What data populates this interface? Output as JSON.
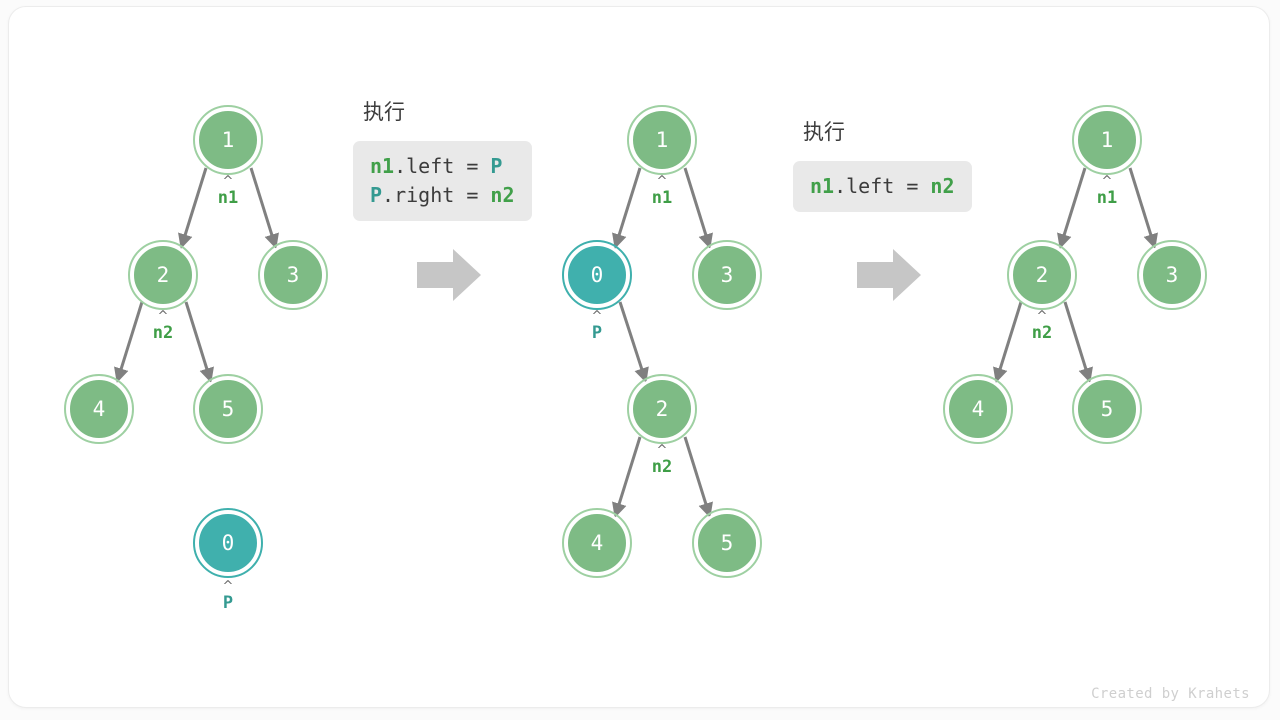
{
  "figure": {
    "credit": "Created by Krahets",
    "node_color_green": "#7ebb85",
    "node_color_teal": "#40b0ad",
    "edge_color": "#808080",
    "label_green": "#3f9e47",
    "label_teal": "#349a91",
    "caret_glyph": "^",
    "big_arrow_color": "#c6c6c6"
  },
  "steps": [
    {
      "title": "",
      "code_lines": [],
      "nodes": [
        {
          "value": "1",
          "type": "green"
        },
        {
          "value": "2",
          "type": "green"
        },
        {
          "value": "3",
          "type": "green"
        },
        {
          "value": "4",
          "type": "green"
        },
        {
          "value": "5",
          "type": "green"
        },
        {
          "value": "0",
          "type": "teal"
        }
      ],
      "pointers": [
        {
          "name": "n1",
          "type": "green"
        },
        {
          "name": "n2",
          "type": "green"
        },
        {
          "name": "P",
          "type": "teal"
        }
      ]
    },
    {
      "title": "执行",
      "code_lines": [
        [
          {
            "text": "n1",
            "style": "g"
          },
          {
            "text": ".left = ",
            "style": "d"
          },
          {
            "text": "P",
            "style": "t"
          }
        ],
        [
          {
            "text": "P",
            "style": "t"
          },
          {
            "text": ".right = ",
            "style": "d"
          },
          {
            "text": "n2",
            "style": "g"
          }
        ]
      ],
      "nodes": [
        {
          "value": "1",
          "type": "green"
        },
        {
          "value": "0",
          "type": "teal"
        },
        {
          "value": "3",
          "type": "green"
        },
        {
          "value": "2",
          "type": "green"
        },
        {
          "value": "4",
          "type": "green"
        },
        {
          "value": "5",
          "type": "green"
        }
      ],
      "pointers": [
        {
          "name": "n1",
          "type": "green"
        },
        {
          "name": "P",
          "type": "teal"
        },
        {
          "name": "n2",
          "type": "green"
        }
      ]
    },
    {
      "title": "执行",
      "code_lines": [
        [
          {
            "text": "n1",
            "style": "g"
          },
          {
            "text": ".left = ",
            "style": "d"
          },
          {
            "text": "n2",
            "style": "g"
          }
        ]
      ],
      "nodes": [
        {
          "value": "1",
          "type": "green"
        },
        {
          "value": "2",
          "type": "green"
        },
        {
          "value": "3",
          "type": "green"
        },
        {
          "value": "4",
          "type": "green"
        },
        {
          "value": "5",
          "type": "green"
        }
      ],
      "pointers": [
        {
          "name": "n1",
          "type": "green"
        },
        {
          "name": "n2",
          "type": "green"
        }
      ]
    }
  ],
  "tree1": {
    "n1": {
      "value": "1"
    },
    "n2": {
      "value": "2"
    },
    "n3": {
      "value": "3"
    },
    "n4": {
      "value": "4"
    },
    "n5": {
      "value": "5"
    },
    "n0": {
      "value": "0"
    },
    "ptr_n1": "n1",
    "ptr_n2": "n2",
    "ptr_p": "P"
  },
  "tree2": {
    "n1": {
      "value": "1"
    },
    "n0": {
      "value": "0"
    },
    "n3": {
      "value": "3"
    },
    "n2": {
      "value": "2"
    },
    "n4": {
      "value": "4"
    },
    "n5": {
      "value": "5"
    },
    "ptr_n1": "n1",
    "ptr_p": "P",
    "ptr_n2": "n2"
  },
  "tree3": {
    "n1": {
      "value": "1"
    },
    "n2": {
      "value": "2"
    },
    "n3": {
      "value": "3"
    },
    "n4": {
      "value": "4"
    },
    "n5": {
      "value": "5"
    },
    "ptr_n1": "n1",
    "ptr_n2": "n2"
  },
  "step2": {
    "title": "执行",
    "line1": {
      "a": "n1",
      "b": ".left = ",
      "c": "P"
    },
    "line2": {
      "a": "P",
      "b": ".right = ",
      "c": "n2"
    }
  },
  "step3": {
    "title": "执行",
    "line1": {
      "a": "n1",
      "b": ".left = ",
      "c": "n2"
    }
  }
}
